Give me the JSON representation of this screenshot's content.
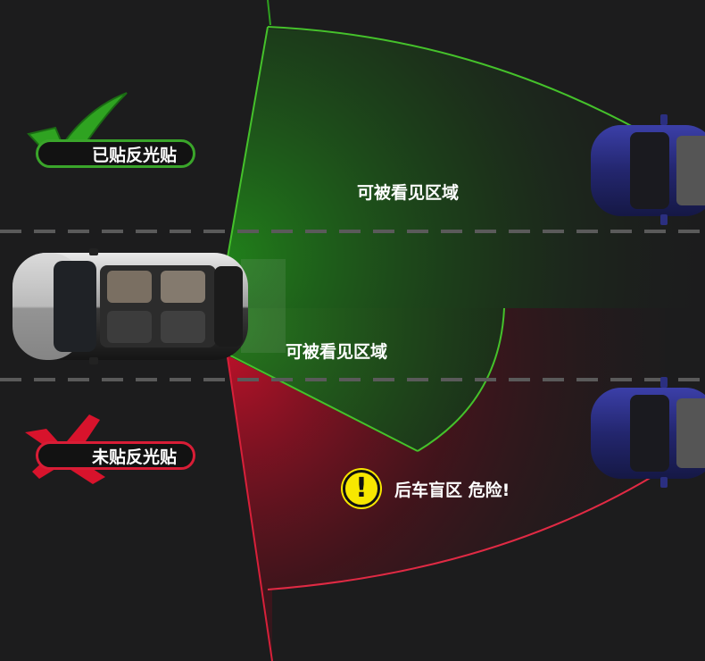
{
  "zones": {
    "visible_top": "可被看见区域",
    "visible_middle": "可被看见区域"
  },
  "badges": {
    "with_sticker": "已贴反光贴",
    "without_sticker": "未贴反光贴"
  },
  "warning": {
    "symbol": "!",
    "text": "后车盲区  危险!"
  },
  "colors": {
    "visible_zone": "#2ea11f",
    "blind_zone": "#c0182f",
    "warning": "#f7e700"
  }
}
